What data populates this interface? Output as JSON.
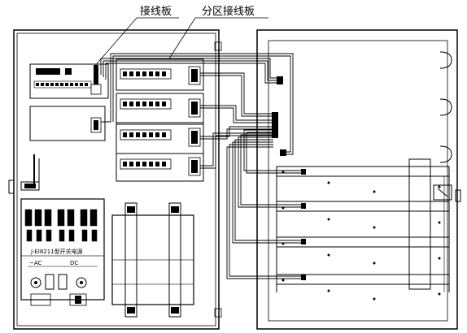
{
  "callouts": {
    "terminal_board": "接线板",
    "zone_terminal_board": "分区接线板"
  },
  "module": {
    "model_label": "J-EI8211型开关电源",
    "ac_label": "~AC",
    "dc_label": "DC"
  },
  "colors": {
    "stroke": "#000000",
    "background": "#ffffff",
    "terminal_fill": "#000000"
  }
}
